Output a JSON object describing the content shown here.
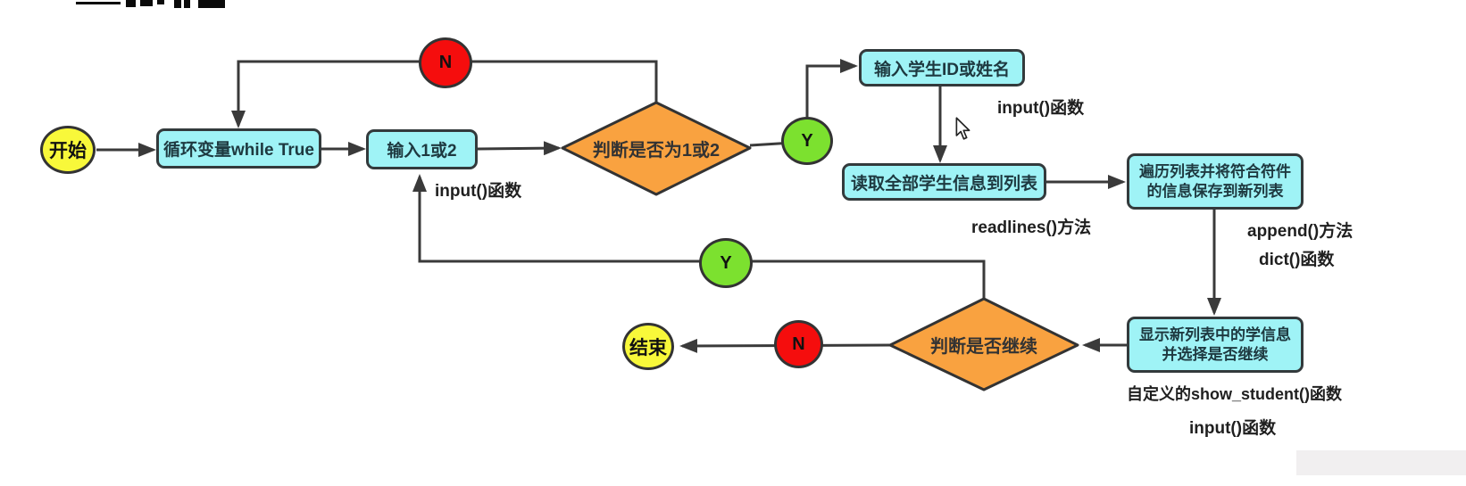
{
  "diagram": {
    "type": "flowchart",
    "language": "zh-CN",
    "nodes": {
      "start": {
        "label": "开始",
        "shape": "circle",
        "color": "#f8f83a"
      },
      "loop_box": {
        "label": "循环变量while True",
        "shape": "rect",
        "color": "#9ff3f6"
      },
      "input_box": {
        "label": "输入1或2",
        "shape": "rect",
        "color": "#9ff3f6"
      },
      "decision1": {
        "label": "判断是否为1或2",
        "shape": "diamond",
        "color": "#f9a240"
      },
      "n_top": {
        "label": "N",
        "shape": "circle",
        "color": "#f50d0d"
      },
      "y_top": {
        "label": "Y",
        "shape": "circle",
        "color": "#7ce12f"
      },
      "input_id_box": {
        "label": "输入学生ID或姓名",
        "shape": "rect",
        "color": "#9ff3f6"
      },
      "read_box": {
        "label": "读取全部学生信息到列表",
        "shape": "rect",
        "color": "#9ff3f6"
      },
      "traverse_box": {
        "line1": "遍历列表并将符合符件",
        "line2": "的信息保存到新列表",
        "shape": "rect",
        "color": "#9ff3f6"
      },
      "show_box": {
        "line1": "显示新列表中的学信息",
        "line2": "并选择是否继续",
        "shape": "rect",
        "color": "#9ff3f6"
      },
      "decision2": {
        "label": "判断是否继续",
        "shape": "diamond",
        "color": "#f9a240"
      },
      "y_bottom": {
        "label": "Y",
        "shape": "circle",
        "color": "#7ce12f"
      },
      "n_bottom": {
        "label": "N",
        "shape": "circle",
        "color": "#f50d0d"
      },
      "end": {
        "label": "结束",
        "shape": "circle",
        "color": "#f8f83a"
      }
    },
    "annotations": {
      "input_fn_loop": "input()函数",
      "input_fn_id": "input()函数",
      "readlines_fn": "readlines()方法",
      "append_fn": "append()方法",
      "dict_fn": "dict()函数",
      "show_student_fn": "自定义的show_student()函数",
      "input_fn_continue": "input()函数"
    },
    "colors": {
      "process_fill": "#9ff3f6",
      "decision_fill": "#f9a240",
      "terminal_fill": "#f8f83a",
      "no_fill": "#f50d0d",
      "yes_fill": "#7ce12f",
      "line": "#3a3a3a",
      "background": "#ffffff"
    }
  }
}
